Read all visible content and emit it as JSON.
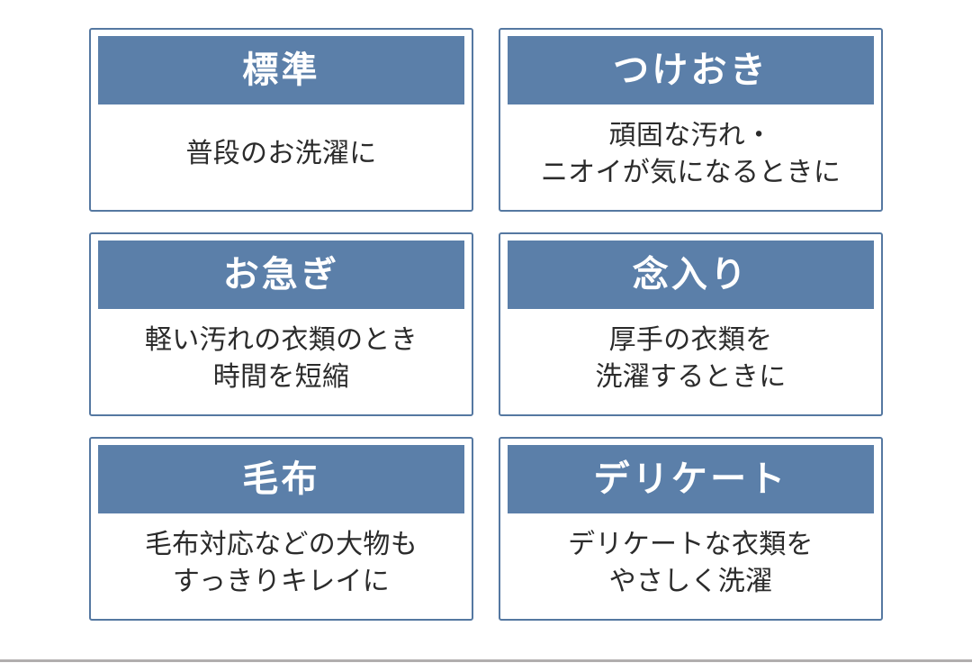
{
  "colors": {
    "header_bg": "#5b7fa9",
    "card_border": "#5578a1",
    "header_text": "#ffffff",
    "body_text": "#2b2b2b",
    "page_bg": "#ffffff",
    "bottom_bar": "#b1aeae"
  },
  "cards": [
    {
      "title": "標準",
      "lines": [
        "普段のお洗濯に"
      ]
    },
    {
      "title": "つけおき",
      "lines": [
        "頑固な汚れ・",
        "ニオイが気になるときに"
      ]
    },
    {
      "title": "お急ぎ",
      "lines": [
        "軽い汚れの衣類のとき",
        "時間を短縮"
      ]
    },
    {
      "title": "念入り",
      "lines": [
        "厚手の衣類を",
        "洗濯するときに"
      ]
    },
    {
      "title": "毛布",
      "lines": [
        "毛布対応などの大物も",
        "すっきりキレイに"
      ]
    },
    {
      "title": "デリケート",
      "lines": [
        "デリケートな衣類を",
        "やさしく洗濯"
      ]
    }
  ]
}
